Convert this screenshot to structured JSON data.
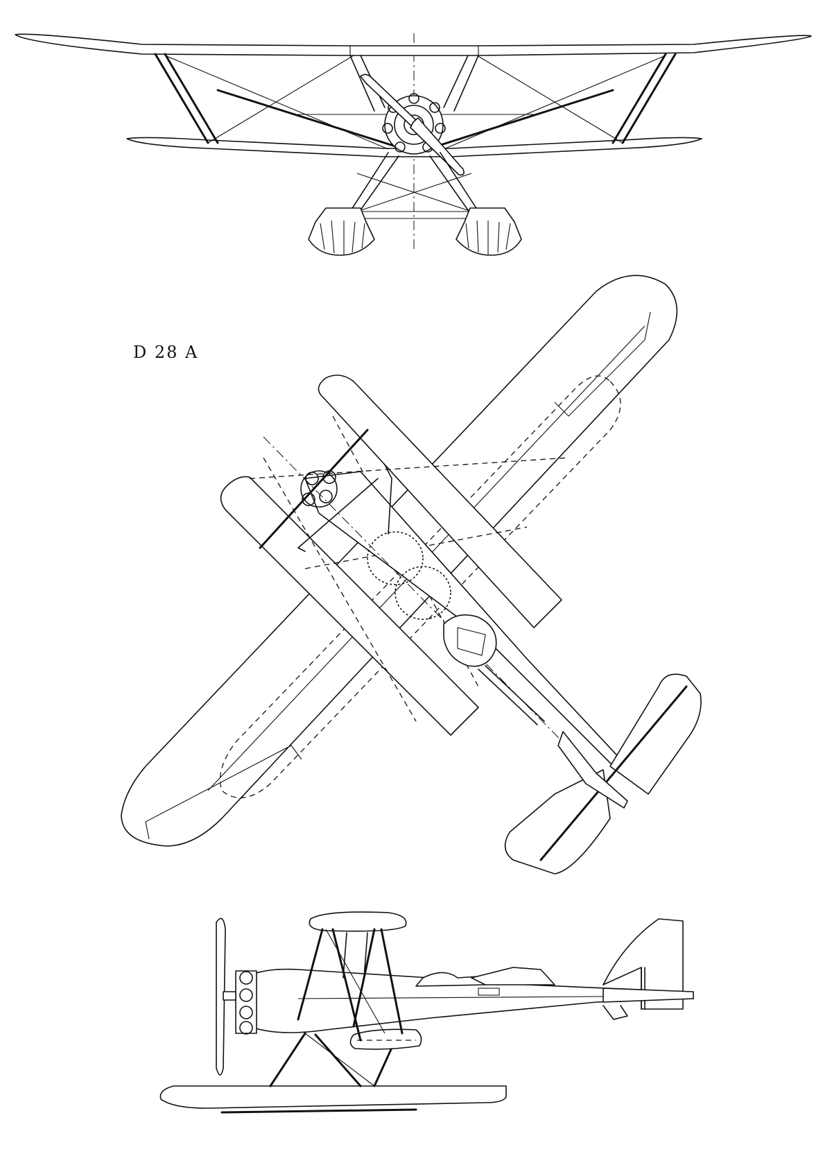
{
  "model_label": "D 28 A",
  "views": [
    "front-view",
    "plan-view",
    "side-view"
  ]
}
